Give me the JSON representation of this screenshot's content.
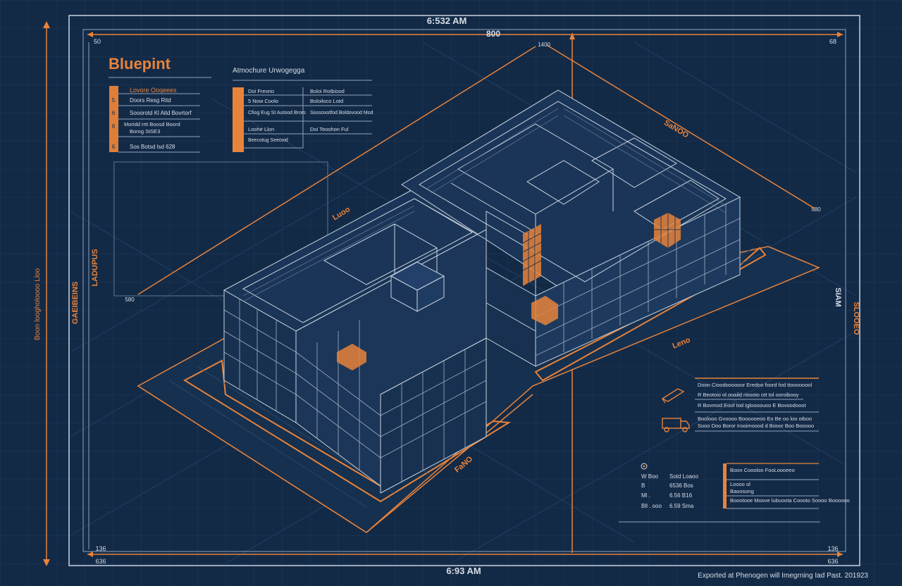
{
  "colors": {
    "background": "#132a47",
    "line": "#c9d3df",
    "line_dim": "#3c5776",
    "accent": "#e8833a",
    "text": "#d7dde6"
  },
  "time_top": "6:532 AM",
  "time_bottom": "6:93 AM",
  "top_dimension": "800",
  "title": "Bluepint",
  "legend": {
    "heading": "Lovore Ooqeees",
    "rows": [
      {
        "num": "5",
        "text": "Doors Resg Ritd"
      },
      {
        "num": "6",
        "text": "Sooorotd Kl Aitd Bovrtorf"
      },
      {
        "num": "6",
        "text": "Moridd rrtt Boosd Boord"
      },
      {
        "num": "",
        "text": "Borog StSE3"
      },
      {
        "num": "6",
        "text": "Sos Botsd lsd 628"
      }
    ]
  },
  "specs": {
    "heading": "Atmochure Urwogegga",
    "left_rows": [
      "Doi Freorio",
      "5 Now Coolo",
      "Cfiog Eug\nSt Autood Brors",
      "Loohe Llon",
      "Beecotug\nSeeovid"
    ],
    "right_rows": [
      "Boloi Rotbiood",
      "Boloiloco Lotd",
      "Soosoxotfod\nBoldovood Mod",
      "Doi Teoohon Ful"
    ]
  },
  "dims": {
    "corner_tl": "50",
    "corner_tr": "68",
    "corner_bl": "136",
    "corner_br": "136",
    "corner_bl2": "636",
    "corner_br2": "636",
    "left_side": "Boon loogholoooo Lloo",
    "left_inner_a": "GAEIBEINS",
    "left_inner_b": "LADUPUS",
    "left_mid": "580",
    "right_side_a": "SIAM",
    "right_side_b": "SLOOEO",
    "right_mid": "580",
    "building_a": "Luoo",
    "building_b": "SaNOO",
    "building_c": "Leno",
    "building_d": "FaNO",
    "top_point": "1400"
  },
  "notes": {
    "lines": [
      "Doon Cioodoooooor Eredoo foord fod ttoooooool",
      "R Beotoio ol ooaild rioooto ott tol ooroibooy",
      "R Bovmod Eoof tod Igloooouoo E Bovoodooot",
      "Boolooo Gvoooo Boooooeoo Eo Be oo loo otboo",
      "Sooo Doo Boror Irooimoood d Booor Boo Booooo"
    ]
  },
  "scale_key": {
    "rows": [
      {
        "k": "W Boo",
        "v": "Sotd Loaoo"
      },
      {
        "k": "B",
        "v": "6536 Bos"
      },
      {
        "k": "Ml .",
        "v": "6.56 B16"
      },
      {
        "k": "Bll . ooo",
        "v": "6.59 Sma"
      }
    ]
  },
  "stamp": {
    "rows": [
      "Boon Coooloo\nFooLoooeeo",
      "Loooo ol",
      "Baoosong",
      "Boootooe Moove lubuoota Coooto\nSoooo Boooooo"
    ]
  },
  "footer": "Exported at Phenogen will Imegrning Iad Past. 201923"
}
